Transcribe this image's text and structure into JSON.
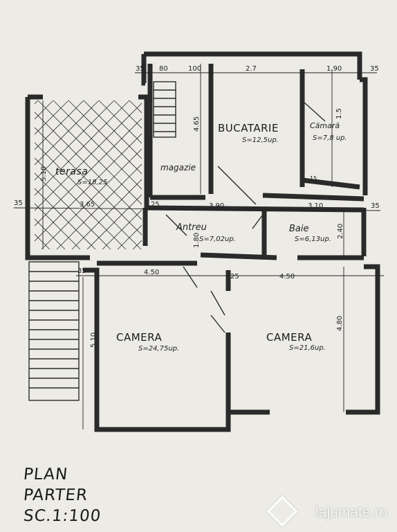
{
  "rooms": {
    "bucatarie": {
      "name": "BUCATARIE",
      "area": "S=12,5up."
    },
    "camara": {
      "name": "Cămară",
      "area": "S=7,8 up."
    },
    "magazie": {
      "name": "magazie"
    },
    "terasa": {
      "name": "terasa",
      "area": "S=18,25"
    },
    "antreu": {
      "name": "Antreu",
      "area": "S=7,02up."
    },
    "baie": {
      "name": "Baie",
      "area": "S=6,13up."
    },
    "camera_left": {
      "name": "CAMERA",
      "area": "S=24,75up."
    },
    "camera_right": {
      "name": "CAMERA",
      "area": "S=21,6up."
    }
  },
  "dimensions": {
    "top_35_left": "35",
    "top_80": "80",
    "top_100": "100",
    "top_27": "2.7",
    "top_190": "1.90",
    "top_35_right": "35",
    "mid_35_left": "35",
    "mid_365": "3.65",
    "mid_25": "25",
    "mid_390": "3.90",
    "mid_310": "3.10",
    "mid_35_right": "35",
    "low_35": "35",
    "low_450_left": "4.50",
    "low_25": "25",
    "low_450_right": "4.50",
    "v_465": "4.65",
    "v_15": "1.5",
    "v_510_terasa": "5.10",
    "v_180": "1.80",
    "v_240": "2.40",
    "v_510_camera": "5.10",
    "v_480": "4.80",
    "small_15": "15"
  },
  "title": {
    "line1": "PLAN",
    "line2": "PARTER",
    "line3": "SC.1:100"
  },
  "watermark": "lajumate.ro",
  "colors": {
    "paper": "#ecebe6",
    "ink": "#2a2a2a"
  }
}
